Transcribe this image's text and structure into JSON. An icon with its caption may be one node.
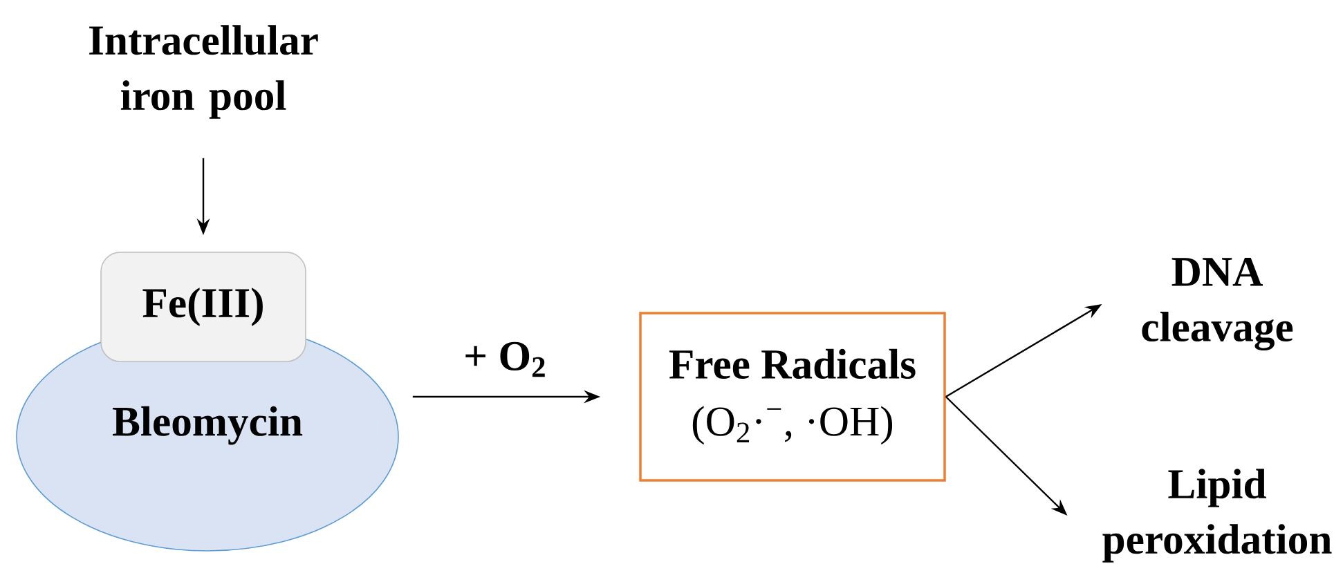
{
  "diagram": {
    "nodes": [
      {
        "text": [
          "Intracellular iron pool"
        ]
      },
      {
        "text": [
          "Fe(III)"
        ]
      },
      {
        "text": [
          "Bleomycin"
        ]
      },
      {
        "text": [
          "Free Radicals",
          "(O$_{2}$·$^{−}$, ·OH)"
        ]
      },
      {
        "text": [
          "DNA cleavage"
        ]
      },
      {
        "text": [
          "Lipid peroxidation"
        ]
      }
    ],
    "edges": [
      {
        "from": 0,
        "to": 1,
        "arrow": "to"
      },
      {
        "from": 2,
        "to": 3,
        "arrow": "to",
        "label": "+ O$_{2}$"
      },
      {
        "from": 3,
        "to": 4,
        "arrow": "to"
      },
      {
        "from": 3,
        "to": 5,
        "arrow": "to"
      }
    ]
  }
}
